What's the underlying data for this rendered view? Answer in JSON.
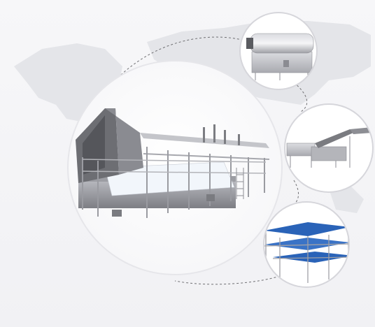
{
  "scene": {
    "background_color": "#f4f4f6",
    "map_color": "#e3e4e8",
    "circle_fill": "#ffffff",
    "circle_border": "#d9d9de",
    "dashed_path_color": "#6f6f72",
    "metal_light": "#e8e8ec",
    "metal_mid": "#bfc0c5",
    "metal_dark": "#6d6e73",
    "conveyor_blue": "#2a63b8",
    "water_blue": "#e7f0fb"
  },
  "main_machine": {
    "name": "washing-line-machine"
  },
  "thumbnails": [
    {
      "name": "drum-machine"
    },
    {
      "name": "inclined-conveyor-line"
    },
    {
      "name": "multi-tier-belt-conveyor"
    }
  ]
}
